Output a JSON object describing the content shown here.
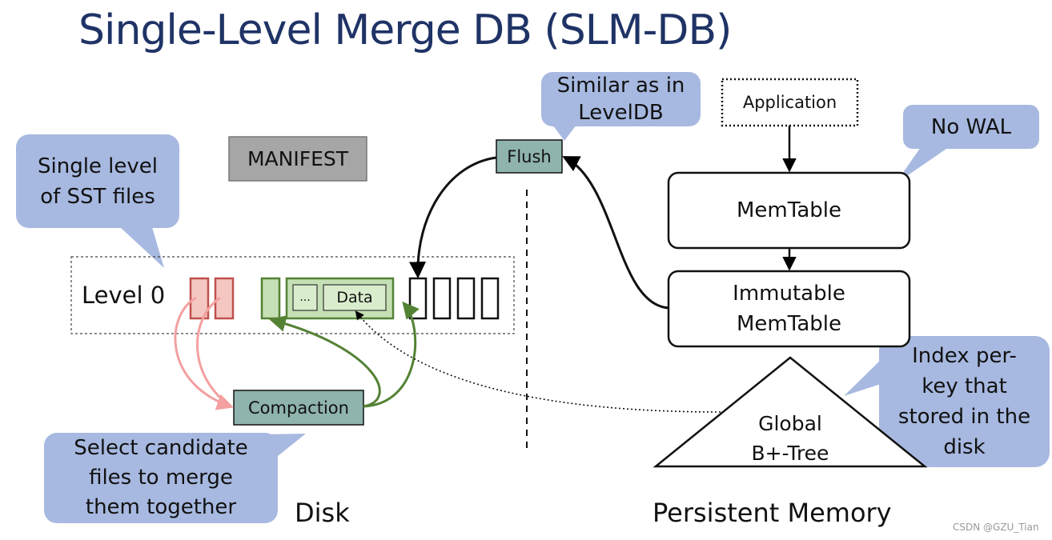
{
  "title": "Single-Level Merge DB (SLM-DB)",
  "callouts": {
    "single_level": [
      "Single level",
      "of SST files"
    ],
    "similar": [
      "Similar as in",
      "LevelDB"
    ],
    "no_wal": "No WAL",
    "select": [
      "Select candidate",
      "files to merge",
      "them together"
    ],
    "index": [
      "Index per-",
      "key that",
      "stored in the",
      "disk"
    ]
  },
  "boxes": {
    "manifest": "MANIFEST",
    "flush": "Flush",
    "application": "Application",
    "memtable": "MemTable",
    "immutable": [
      "Immutable",
      "MemTable"
    ],
    "compaction": "Compaction",
    "global_tree": [
      "Global",
      "B+-Tree"
    ],
    "ellipsis": "...",
    "data": "Data"
  },
  "labels": {
    "level0": "Level 0",
    "disk": "Disk",
    "persistent_memory": "Persistent Memory",
    "watermark": "CSDN @GZU_Tian"
  },
  "colors": {
    "title": "#1f3366",
    "callout": "#a7b9e0",
    "teal_box": "#8fb3ad",
    "gray_box": "#a6a6a6",
    "red_file_fill": "#f4c7c3",
    "red_file_stroke": "#c0504d",
    "green_file_fill": "#c5e0b4",
    "green_file_stroke": "#548235",
    "red_arrow": "#f4a0a0",
    "green_arrow": "#548235"
  }
}
